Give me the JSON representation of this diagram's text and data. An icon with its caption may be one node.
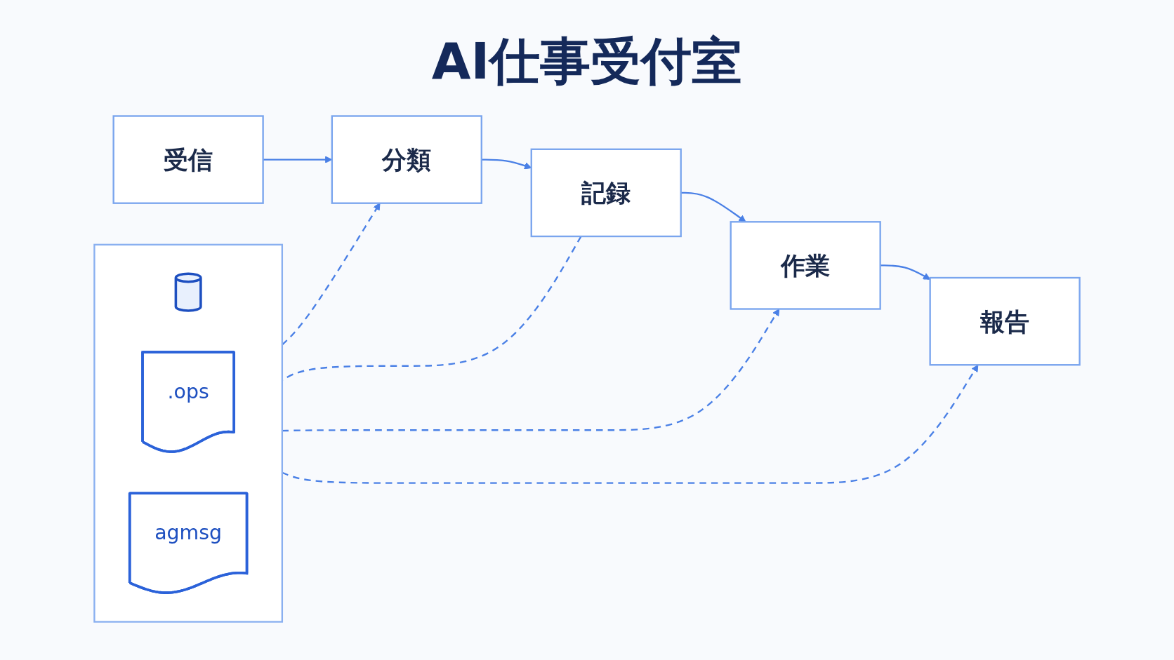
{
  "diagram": {
    "title": "AI仕事受付室",
    "nodes": [
      {
        "text": [
          "受信"
        ]
      },
      {
        "text": [
          "分類"
        ]
      },
      {
        "text": [
          "記録"
        ]
      },
      {
        "text": [
          "作業"
        ]
      },
      {
        "text": [
          "報告"
        ]
      },
      {
        "text": [],
        "shape": "box"
      },
      {
        "text": [],
        "shape": "cylinder",
        "in": 5
      },
      {
        "text": [
          ".ops"
        ],
        "in": 5
      },
      {
        "text": [
          "agmsg"
        ],
        "in": 5
      }
    ],
    "edges": [
      {
        "from": 0,
        "to": 1,
        "arrow": "to"
      },
      {
        "from": 1,
        "to": 2,
        "arrow": "to"
      },
      {
        "from": 2,
        "to": 3,
        "arrow": "to"
      },
      {
        "from": 3,
        "to": 4,
        "arrow": "to"
      },
      {
        "from": 2,
        "to": 5,
        "arrow": "none",
        "style": "dashed"
      },
      {
        "from": 5,
        "to": 1,
        "arrow": "to",
        "style": "dashed"
      },
      {
        "from": 5,
        "to": 3,
        "arrow": "to",
        "style": "dashed"
      },
      {
        "from": 5,
        "to": 4,
        "arrow": "to",
        "style": "dashed"
      }
    ]
  }
}
